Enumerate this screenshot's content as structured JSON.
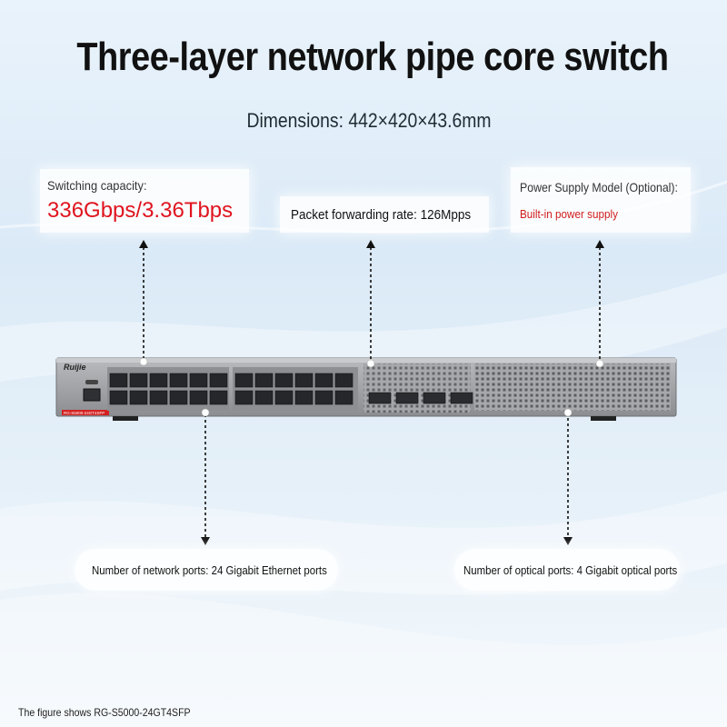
{
  "title": "Three-layer network pipe core switch",
  "dimensions": "Dimensions: 442×420×43.6mm",
  "callouts": {
    "switching_capacity_label": "Switching capacity:",
    "switching_capacity_value": "336Gbps/3.36Tbps",
    "packet_forwarding": "Packet forwarding rate: 126Mpps",
    "power_supply_label": "Power Supply Model (Optional):",
    "power_supply_value": "Built-in power supply",
    "network_ports": "Number of network ports: 24 Gigabit Ethernet ports",
    "optical_ports": "Number of optical ports: 4 Gigabit optical ports"
  },
  "device": {
    "brand": "Ruijie",
    "model_tag": "RG-S5000-24GT4SFP"
  },
  "footnote": "The figure shows RG-S5000-24GT4SFP",
  "colors": {
    "accent_red": "#e0141e",
    "switch_body": "#9a9c9f"
  }
}
